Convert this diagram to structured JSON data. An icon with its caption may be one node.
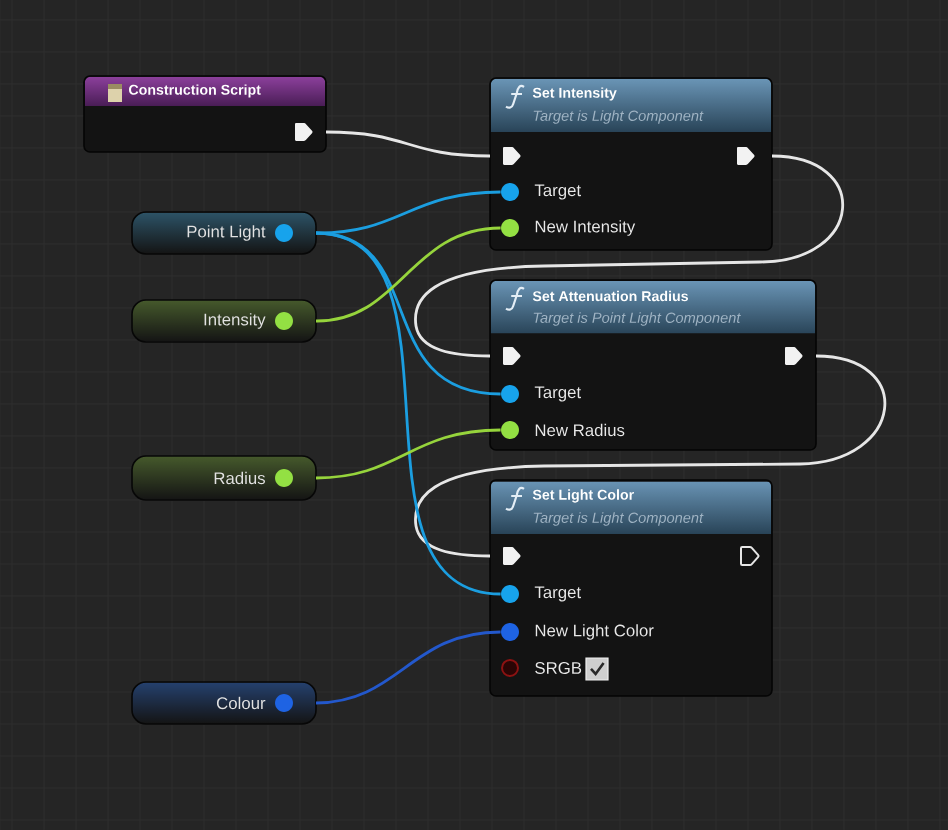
{
  "diagram": {
    "nodes": [
      {
        "text": [
          "Construction Script"
        ]
      },
      {
        "text": [
          "Point Light"
        ]
      },
      {
        "text": [
          "Intensity"
        ]
      },
      {
        "text": [
          "Radius"
        ]
      },
      {
        "text": [
          "Colour"
        ]
      },
      {
        "text": [
          "Set Intensity",
          "Target is Light Component"
        ]
      },
      {
        "text": [
          "Target"
        ],
        "in": 5
      },
      {
        "text": [
          "New Intensity"
        ],
        "in": 5
      },
      {
        "text": [
          "Set Attenuation Radius",
          "Target is Point Light Component"
        ]
      },
      {
        "text": [
          "Target"
        ],
        "in": 8
      },
      {
        "text": [
          "New Radius"
        ],
        "in": 8
      },
      {
        "text": [
          "Set Light Color",
          "Target is Light Component"
        ]
      },
      {
        "text": [
          "Target"
        ],
        "in": 11
      },
      {
        "text": [
          "New Light Color"
        ],
        "in": 11
      },
      {
        "text": [
          "SRGB"
        ],
        "in": 11
      }
    ],
    "edges": [
      {
        "from": 0,
        "to": 5,
        "arrow": "none",
        "color": "#e6e6e6"
      },
      {
        "from": 5,
        "to": 8,
        "arrow": "none",
        "color": "#e6e6e6"
      },
      {
        "from": 8,
        "to": 11,
        "arrow": "none",
        "color": "#e6e6e6"
      },
      {
        "from": 1,
        "to": 6,
        "arrow": "none",
        "color": "#1b9ee0"
      },
      {
        "from": 1,
        "to": 9,
        "arrow": "none",
        "color": "#1b9ee0"
      },
      {
        "from": 1,
        "to": 12,
        "arrow": "none",
        "color": "#1b9ee0"
      },
      {
        "from": 2,
        "to": 7,
        "arrow": "none",
        "color": "#96d43c"
      },
      {
        "from": 3,
        "to": 10,
        "arrow": "none",
        "color": "#96d43c"
      },
      {
        "from": 4,
        "to": 13,
        "arrow": "none",
        "color": "#2358cc"
      }
    ]
  }
}
